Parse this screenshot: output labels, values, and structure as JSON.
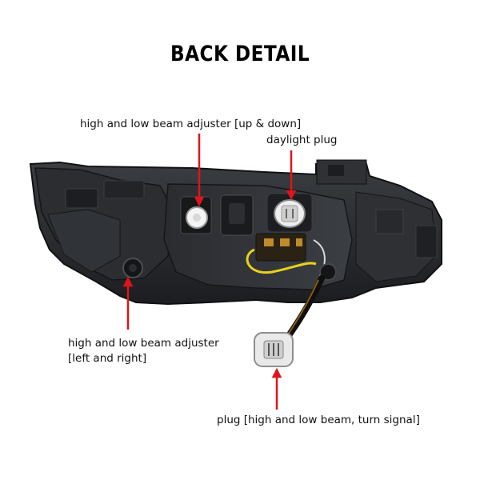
{
  "title": "BACK DETAIL",
  "callouts": {
    "beam_updown": {
      "line1": "high and low beam adjuster [up & down]"
    },
    "daylight": {
      "line1": "daylight plug"
    },
    "beam_leftright": {
      "line1": "high and low beam adjuster",
      "line2": "[left and right]"
    },
    "plug": {
      "line1": "plug [high and low beam, turn signal]"
    }
  },
  "colors": {
    "arrow": "#e0141b",
    "housing": "#26282b",
    "wire_yellow": "#e8d21a",
    "background": "#ffffff"
  }
}
